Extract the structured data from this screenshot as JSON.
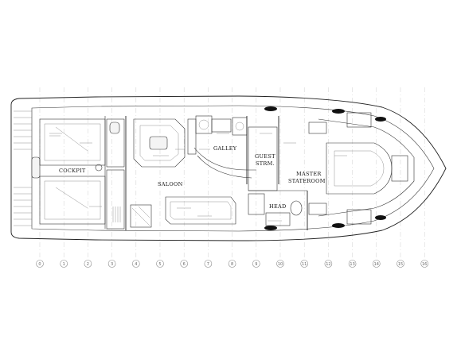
{
  "rooms": {
    "cockpit": "COCKPIT",
    "saloon": "SALOON",
    "galley": "GALLEY",
    "guest_line1": "GUEST",
    "guest_line2": "STRM.",
    "master_line1": "MASTER",
    "master_line2": "STATEROOM",
    "head": "HEAD"
  },
  "stations": [
    "0",
    "1",
    "2",
    "3",
    "4",
    "5",
    "6",
    "7",
    "8",
    "9",
    "10",
    "11",
    "12",
    "13",
    "14",
    "15",
    "16"
  ]
}
